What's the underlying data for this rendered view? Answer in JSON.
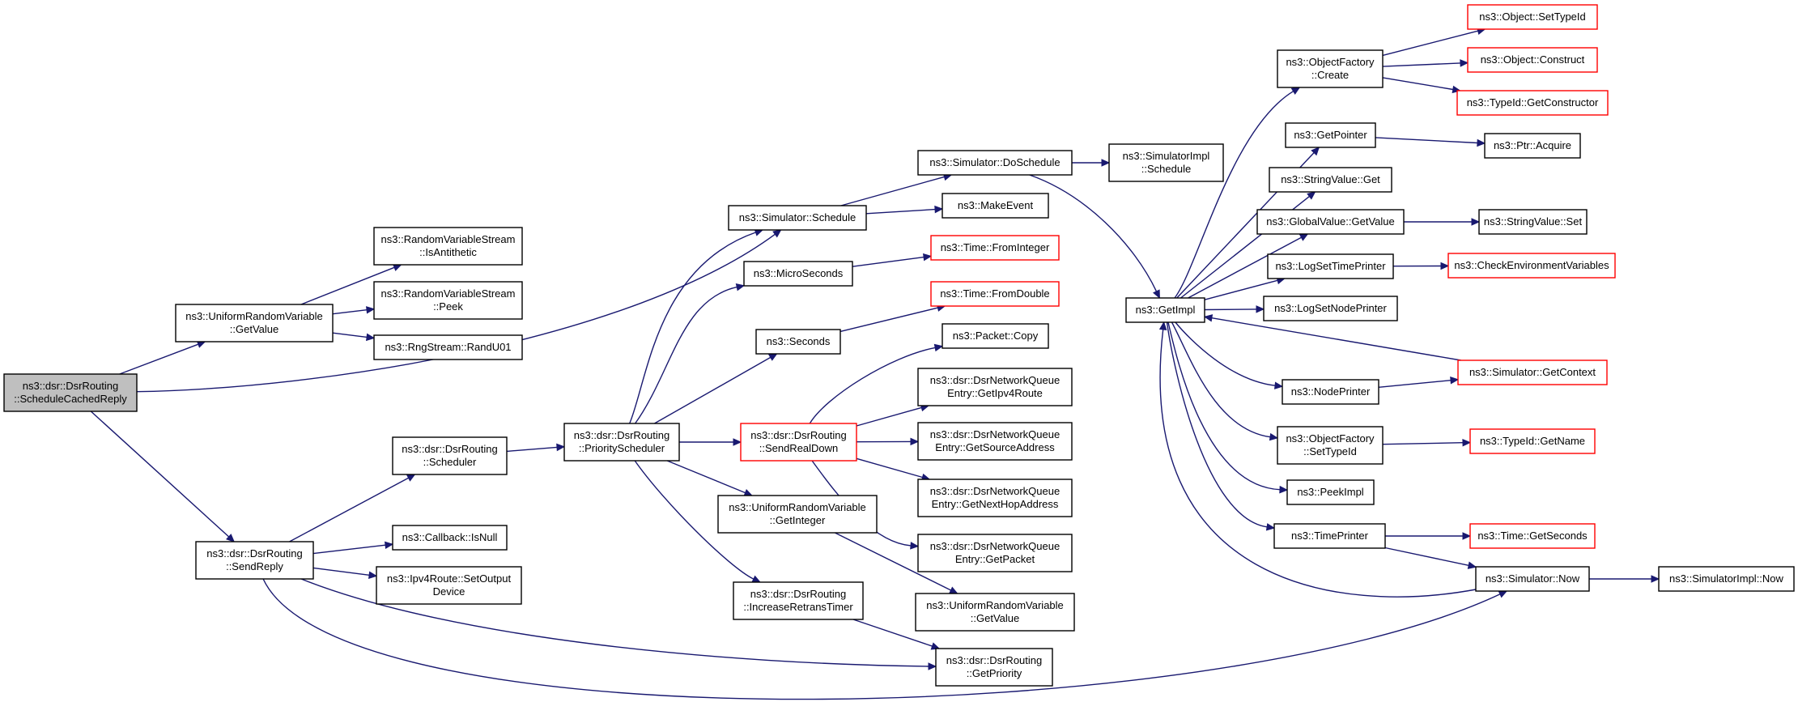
{
  "nodes": [
    {
      "id": "root",
      "lines": [
        "ns3::dsr::DsrRouting",
        "::ScheduleCachedReply"
      ],
      "style": "root"
    },
    {
      "id": "urv_getvalue",
      "lines": [
        "ns3::UniformRandomVariable",
        "::GetValue"
      ],
      "style": "normal"
    },
    {
      "id": "rvs_isantithetic",
      "lines": [
        "ns3::RandomVariableStream",
        "::IsAntithetic"
      ],
      "style": "normal"
    },
    {
      "id": "rvs_peek",
      "lines": [
        "ns3::RandomVariableStream",
        "::Peek"
      ],
      "style": "normal"
    },
    {
      "id": "rng_randu01",
      "lines": [
        "ns3::RngStream::RandU01"
      ],
      "style": "normal"
    },
    {
      "id": "sendreply",
      "lines": [
        "ns3::dsr::DsrRouting",
        "::SendReply"
      ],
      "style": "normal"
    },
    {
      "id": "scheduler",
      "lines": [
        "ns3::dsr::DsrRouting",
        "::Scheduler"
      ],
      "style": "normal"
    },
    {
      "id": "cb_isnull",
      "lines": [
        "ns3::Callback::IsNull"
      ],
      "style": "normal"
    },
    {
      "id": "ipv4_setoutput",
      "lines": [
        "ns3::Ipv4Route::SetOutput",
        "Device"
      ],
      "style": "normal"
    },
    {
      "id": "sim_schedule",
      "lines": [
        "ns3::Simulator::Schedule"
      ],
      "style": "normal"
    },
    {
      "id": "microseconds",
      "lines": [
        "ns3::MicroSeconds"
      ],
      "style": "normal"
    },
    {
      "id": "seconds",
      "lines": [
        "ns3::Seconds"
      ],
      "style": "normal"
    },
    {
      "id": "priorityscheduler",
      "lines": [
        "ns3::dsr::DsrRouting",
        "::PriorityScheduler"
      ],
      "style": "normal"
    },
    {
      "id": "urv_getinteger",
      "lines": [
        "ns3::UniformRandomVariable",
        "::GetInteger"
      ],
      "style": "normal"
    },
    {
      "id": "increaseretrans",
      "lines": [
        "ns3::dsr::DsrRouting",
        "::IncreaseRetransTimer"
      ],
      "style": "normal"
    },
    {
      "id": "sim_doschedule",
      "lines": [
        "ns3::Simulator::DoSchedule"
      ],
      "style": "normal"
    },
    {
      "id": "makeevent",
      "lines": [
        "ns3::MakeEvent"
      ],
      "style": "normal"
    },
    {
      "id": "time_frominteger",
      "lines": [
        "ns3::Time::FromInteger"
      ],
      "style": "red"
    },
    {
      "id": "time_fromdouble",
      "lines": [
        "ns3::Time::FromDouble"
      ],
      "style": "red"
    },
    {
      "id": "packet_copy",
      "lines": [
        "ns3::Packet::Copy"
      ],
      "style": "normal"
    },
    {
      "id": "sendrealdown",
      "lines": [
        "ns3::dsr::DsrRouting",
        "::SendRealDown"
      ],
      "style": "red"
    },
    {
      "id": "nq_getipv4route",
      "lines": [
        "ns3::dsr::DsrNetworkQueue",
        "Entry::GetIpv4Route"
      ],
      "style": "normal"
    },
    {
      "id": "nq_getsource",
      "lines": [
        "ns3::dsr::DsrNetworkQueue",
        "Entry::GetSourceAddress"
      ],
      "style": "normal"
    },
    {
      "id": "nq_getnexthop",
      "lines": [
        "ns3::dsr::DsrNetworkQueue",
        "Entry::GetNextHopAddress"
      ],
      "style": "normal"
    },
    {
      "id": "nq_getpacket",
      "lines": [
        "ns3::dsr::DsrNetworkQueue",
        "Entry::GetPacket"
      ],
      "style": "normal"
    },
    {
      "id": "urv_getvalue2",
      "lines": [
        "ns3::UniformRandomVariable",
        "::GetValue"
      ],
      "style": "normal"
    },
    {
      "id": "getpriority",
      "lines": [
        "ns3::dsr::DsrRouting",
        "::GetPriority"
      ],
      "style": "normal"
    },
    {
      "id": "simimpl_schedule",
      "lines": [
        "ns3::SimulatorImpl",
        "::Schedule"
      ],
      "style": "normal"
    },
    {
      "id": "getimpl",
      "lines": [
        "ns3::GetImpl"
      ],
      "style": "normal"
    },
    {
      "id": "of_create",
      "lines": [
        "ns3::ObjectFactory",
        "::Create"
      ],
      "style": "normal"
    },
    {
      "id": "getpointer",
      "lines": [
        "ns3::GetPointer"
      ],
      "style": "normal"
    },
    {
      "id": "stringvalue_get",
      "lines": [
        "ns3::StringValue::Get"
      ],
      "style": "normal"
    },
    {
      "id": "globalvalue_getvalue",
      "lines": [
        "ns3::GlobalValue::GetValue"
      ],
      "style": "normal"
    },
    {
      "id": "logsettimeprinter",
      "lines": [
        "ns3::LogSetTimePrinter"
      ],
      "style": "normal"
    },
    {
      "id": "logsetnodeprinter",
      "lines": [
        "ns3::LogSetNodePrinter"
      ],
      "style": "normal"
    },
    {
      "id": "nodeprinter",
      "lines": [
        "ns3::NodePrinter"
      ],
      "style": "normal"
    },
    {
      "id": "of_settypeid",
      "lines": [
        "ns3::ObjectFactory",
        "::SetTypeId"
      ],
      "style": "normal"
    },
    {
      "id": "peekimpl",
      "lines": [
        "ns3::PeekImpl"
      ],
      "style": "normal"
    },
    {
      "id": "timeprinter",
      "lines": [
        "ns3::TimePrinter"
      ],
      "style": "normal"
    },
    {
      "id": "obj_settypeid",
      "lines": [
        "ns3::Object::SetTypeId"
      ],
      "style": "red"
    },
    {
      "id": "obj_construct",
      "lines": [
        "ns3::Object::Construct"
      ],
      "style": "red"
    },
    {
      "id": "typeid_getconstructor",
      "lines": [
        "ns3::TypeId::GetConstructor"
      ],
      "style": "red"
    },
    {
      "id": "ptr_acquire",
      "lines": [
        "ns3::Ptr::Acquire"
      ],
      "style": "normal"
    },
    {
      "id": "stringvalue_set",
      "lines": [
        "ns3::StringValue::Set"
      ],
      "style": "normal"
    },
    {
      "id": "checkenv",
      "lines": [
        "ns3::CheckEnvironmentVariables"
      ],
      "style": "red"
    },
    {
      "id": "sim_getcontext",
      "lines": [
        "ns3::Simulator::GetContext"
      ],
      "style": "red"
    },
    {
      "id": "typeid_getname",
      "lines": [
        "ns3::TypeId::GetName"
      ],
      "style": "red"
    },
    {
      "id": "time_getseconds",
      "lines": [
        "ns3::Time::GetSeconds"
      ],
      "style": "red"
    },
    {
      "id": "sim_now",
      "lines": [
        "ns3::Simulator::Now"
      ],
      "style": "normal"
    },
    {
      "id": "simimpl_now",
      "lines": [
        "ns3::SimulatorImpl::Now"
      ],
      "style": "normal"
    }
  ],
  "edges": [
    [
      "root",
      "urv_getvalue"
    ],
    [
      "root",
      "sim_schedule"
    ],
    [
      "root",
      "sendreply"
    ],
    [
      "urv_getvalue",
      "rvs_isantithetic"
    ],
    [
      "urv_getvalue",
      "rvs_peek"
    ],
    [
      "urv_getvalue",
      "rng_randu01"
    ],
    [
      "sendreply",
      "scheduler"
    ],
    [
      "sendreply",
      "cb_isnull"
    ],
    [
      "sendreply",
      "ipv4_setoutput"
    ],
    [
      "sendreply",
      "getpriority"
    ],
    [
      "sendreply",
      "sim_now"
    ],
    [
      "scheduler",
      "priorityscheduler"
    ],
    [
      "priorityscheduler",
      "sim_schedule"
    ],
    [
      "priorityscheduler",
      "microseconds"
    ],
    [
      "priorityscheduler",
      "seconds"
    ],
    [
      "priorityscheduler",
      "sendrealdown"
    ],
    [
      "priorityscheduler",
      "urv_getinteger"
    ],
    [
      "priorityscheduler",
      "increaseretrans"
    ],
    [
      "sim_schedule",
      "sim_doschedule"
    ],
    [
      "sim_schedule",
      "makeevent"
    ],
    [
      "microseconds",
      "time_frominteger"
    ],
    [
      "seconds",
      "time_fromdouble"
    ],
    [
      "sendrealdown",
      "packet_copy"
    ],
    [
      "sendrealdown",
      "nq_getipv4route"
    ],
    [
      "sendrealdown",
      "nq_getsource"
    ],
    [
      "sendrealdown",
      "nq_getnexthop"
    ],
    [
      "sendrealdown",
      "nq_getpacket"
    ],
    [
      "urv_getinteger",
      "urv_getvalue2"
    ],
    [
      "increaseretrans",
      "getpriority"
    ],
    [
      "sim_doschedule",
      "simimpl_schedule"
    ],
    [
      "sim_doschedule",
      "getimpl"
    ],
    [
      "getimpl",
      "of_create"
    ],
    [
      "getimpl",
      "getpointer"
    ],
    [
      "getimpl",
      "stringvalue_get"
    ],
    [
      "getimpl",
      "globalvalue_getvalue"
    ],
    [
      "getimpl",
      "logsettimeprinter"
    ],
    [
      "getimpl",
      "logsetnodeprinter"
    ],
    [
      "getimpl",
      "nodeprinter"
    ],
    [
      "getimpl",
      "of_settypeid"
    ],
    [
      "getimpl",
      "peekimpl"
    ],
    [
      "getimpl",
      "timeprinter"
    ],
    [
      "of_create",
      "obj_settypeid"
    ],
    [
      "of_create",
      "obj_construct"
    ],
    [
      "of_create",
      "typeid_getconstructor"
    ],
    [
      "getpointer",
      "ptr_acquire"
    ],
    [
      "globalvalue_getvalue",
      "stringvalue_set"
    ],
    [
      "logsettimeprinter",
      "checkenv"
    ],
    [
      "nodeprinter",
      "sim_getcontext"
    ],
    [
      "sim_getcontext",
      "getimpl"
    ],
    [
      "of_settypeid",
      "typeid_getname"
    ],
    [
      "timeprinter",
      "time_getseconds"
    ],
    [
      "timeprinter",
      "sim_now"
    ],
    [
      "sim_now",
      "getimpl"
    ],
    [
      "sim_now",
      "simimpl_now"
    ]
  ],
  "colors": {
    "edge": "#191970",
    "red_border": "#ff0000",
    "root_fill": "#bfbfbf"
  }
}
